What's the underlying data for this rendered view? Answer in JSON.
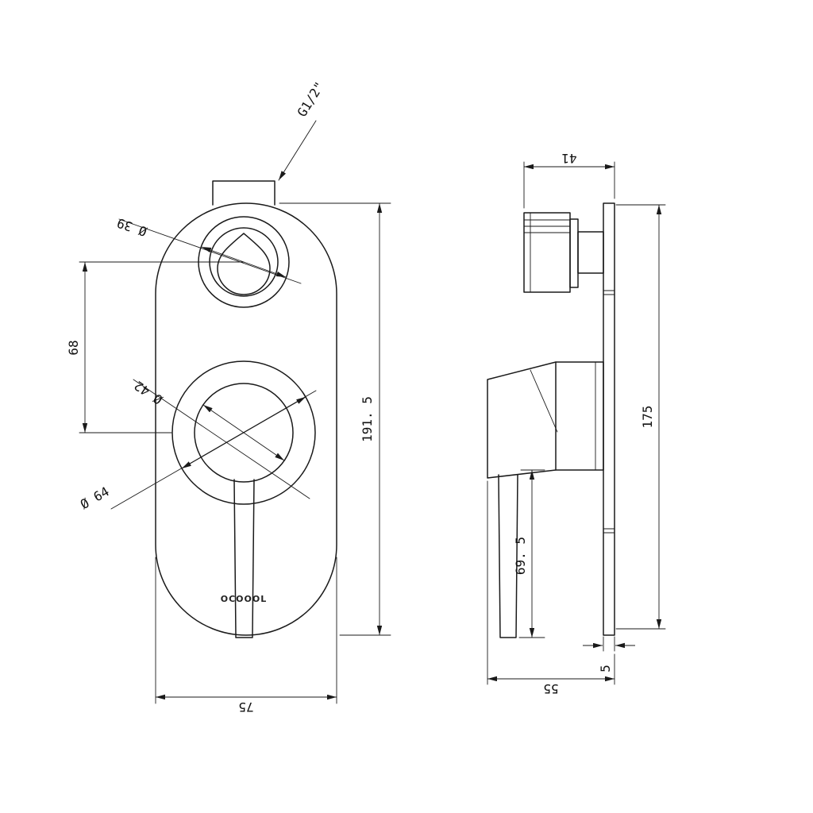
{
  "meta": {
    "background": "#ffffff",
    "line_color": "#1a1a1a",
    "drawing_type": "technical drawing - concealed shower mixer, front and side views"
  },
  "labels": {
    "thread": "G1/2\"",
    "dia_top_knob": "Ø 39",
    "dia_handle_inner": "Ø 42",
    "dia_handle_outer": "Ø 64",
    "center_spacing": "68",
    "front_height": "191. 5",
    "front_width": "75",
    "side_top_depth": "41",
    "side_height": "175",
    "handle_length": "69. 5",
    "plate_thickness": "5",
    "side_bottom_depth": "55",
    "logo": "OCOOOL"
  }
}
